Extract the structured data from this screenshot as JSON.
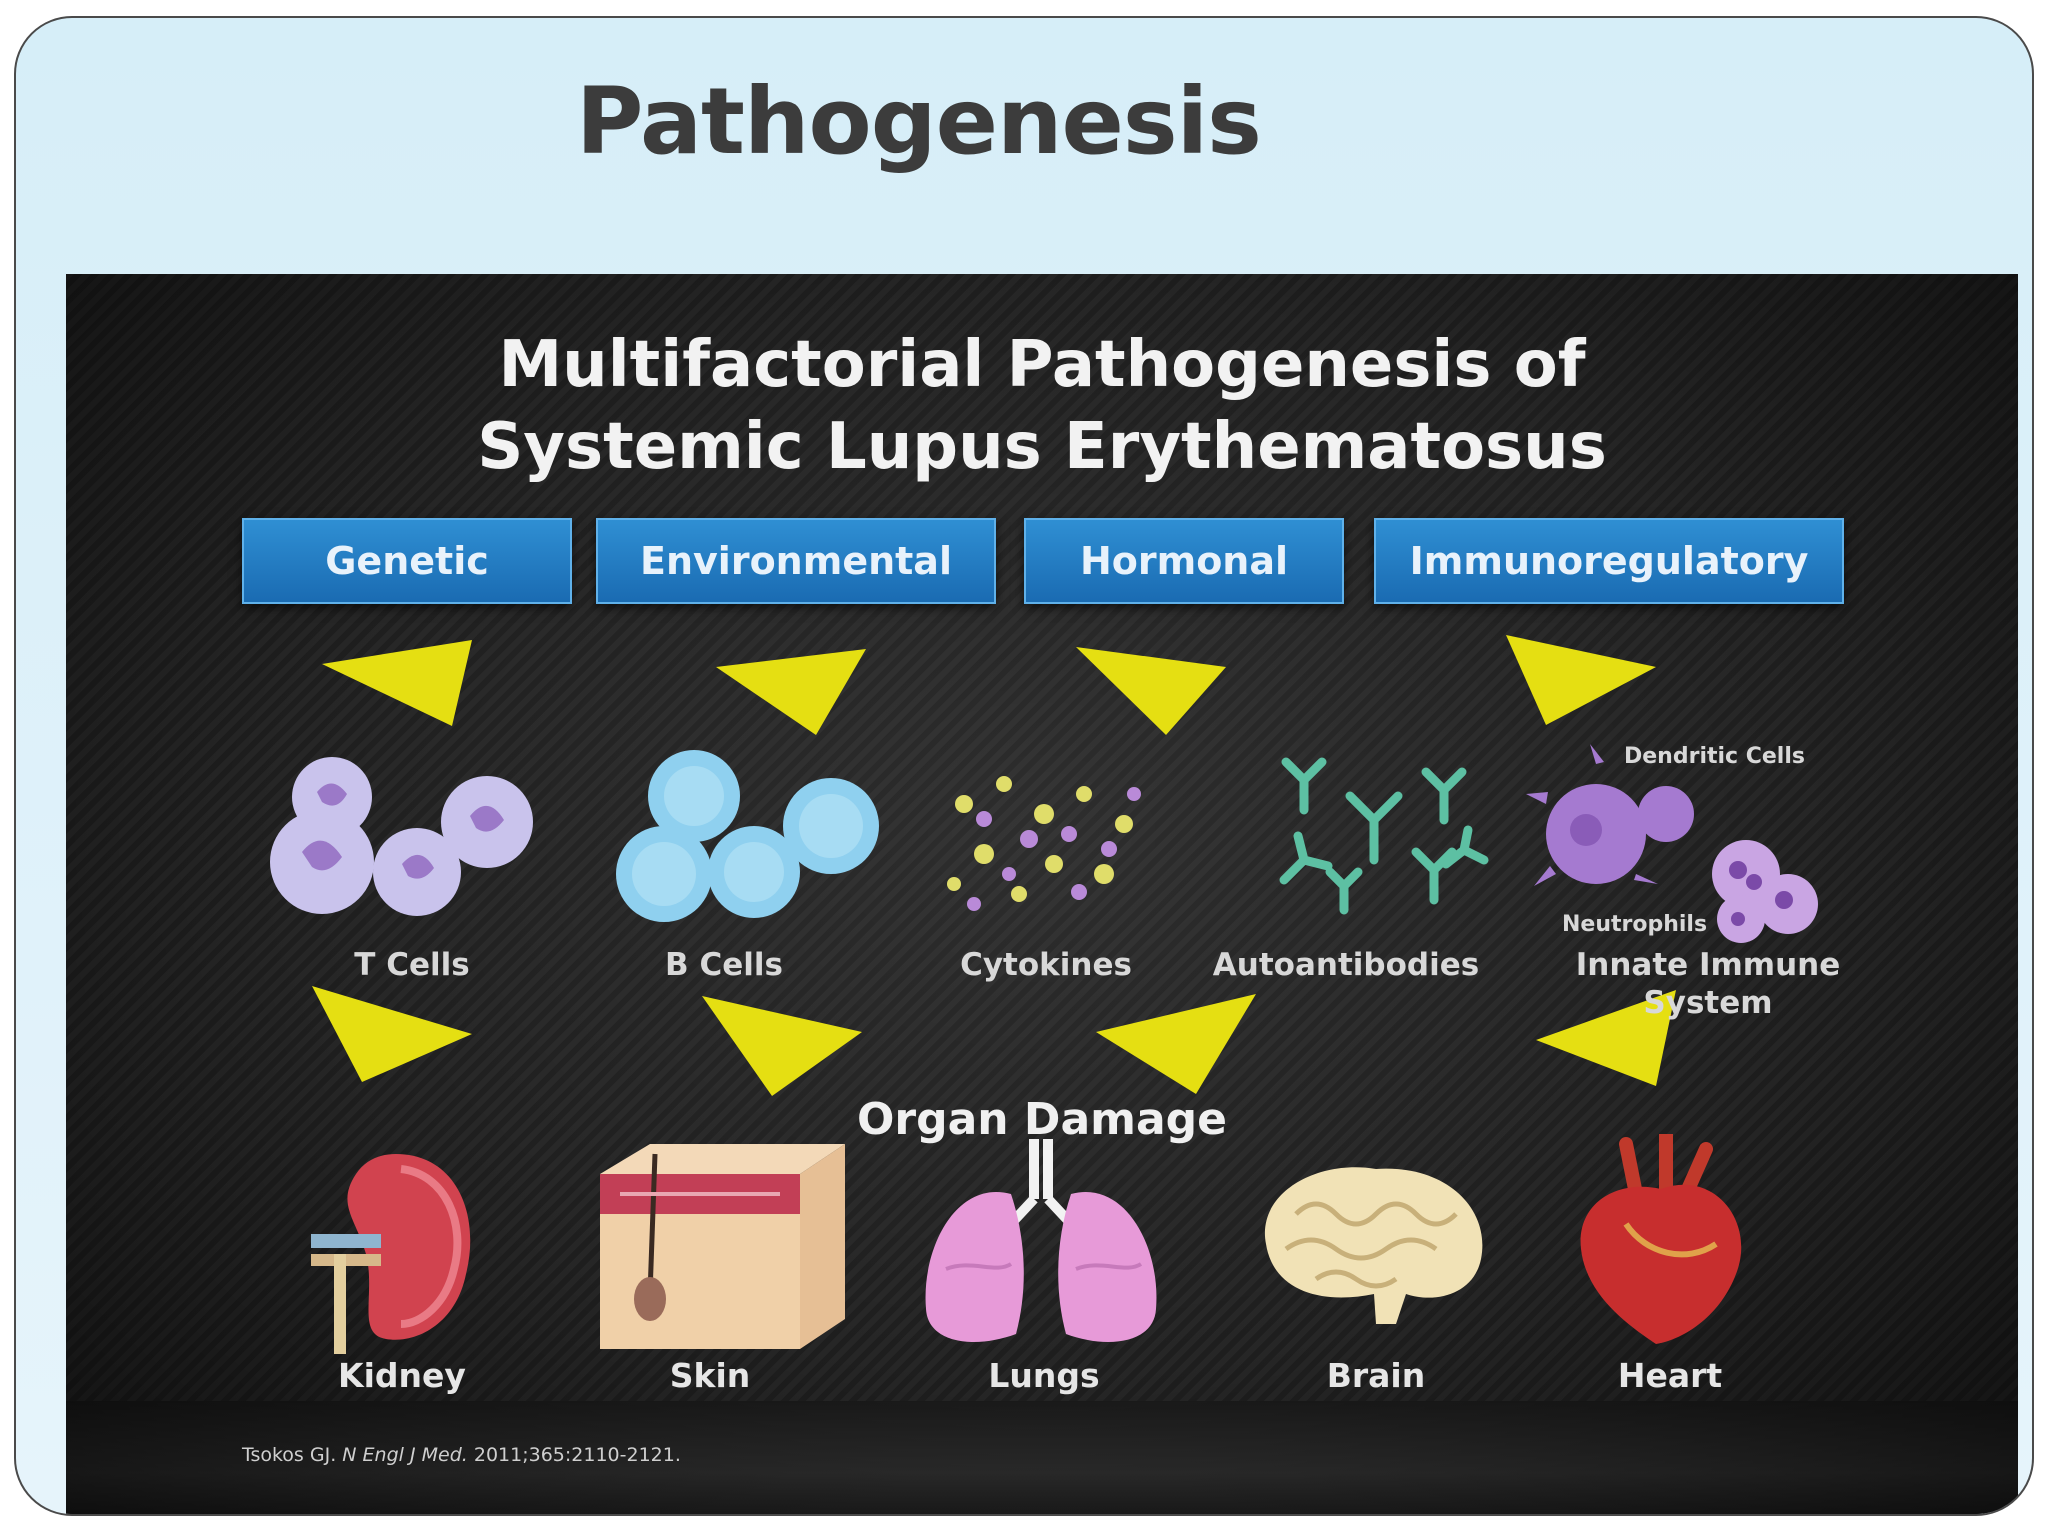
{
  "slide": {
    "title": "Pathogenesis"
  },
  "figure": {
    "title_line1": "Multifactorial Pathogenesis of",
    "title_line2": "Systemic Lupus Erythematosus",
    "factors": [
      "Genetic",
      "Environmental",
      "Hormonal",
      "Immunoregulatory"
    ],
    "cells": [
      "T Cells",
      "B Cells",
      "Cytokines",
      "Autoantibodies"
    ],
    "innate": {
      "label_line1": "Innate Immune",
      "label_line2": "System",
      "dendritic": "Dendritic Cells",
      "neutrophils": "Neutrophils"
    },
    "organ_heading": "Organ Damage",
    "organs": [
      "Kidney",
      "Skin",
      "Lungs",
      "Brain",
      "Heart"
    ],
    "citation_author": "Tsokos GJ.",
    "citation_journal": "N Engl J Med.",
    "citation_ref": "2011;365:2110-2121.",
    "colors": {
      "factor_box": "#1a6bb2",
      "arrow": "#e5df12",
      "t_cells": "#c9c3ec",
      "b_cells": "#8fd0ef",
      "cytokines": "#e0dd6a",
      "autoantibodies": "#5dc0a3",
      "innate": "#a57ad0"
    }
  }
}
